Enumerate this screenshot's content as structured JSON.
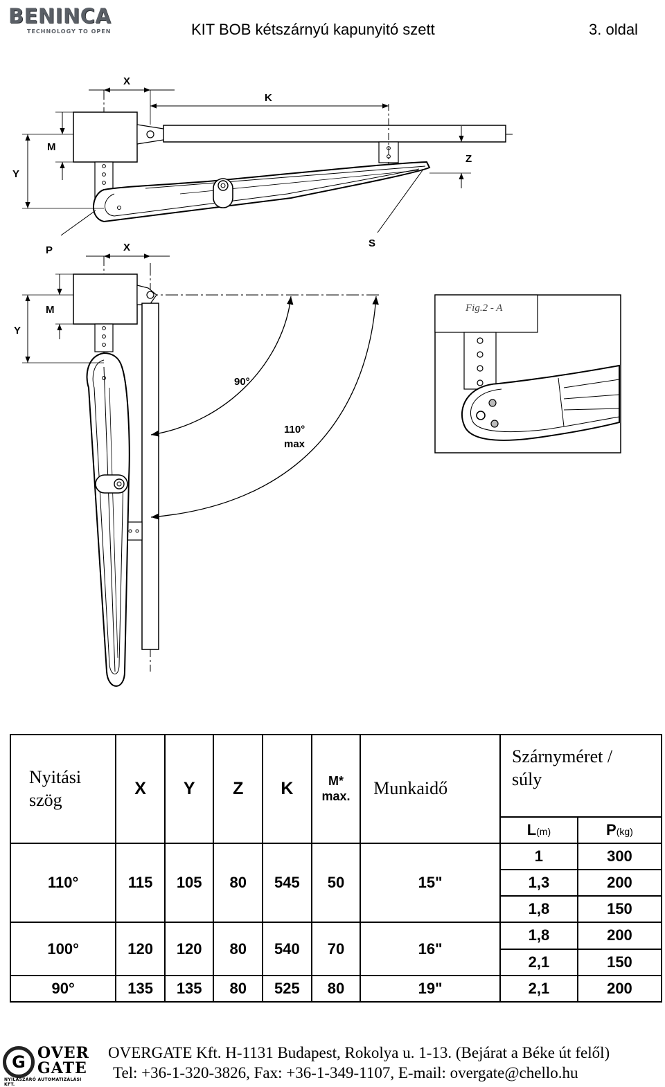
{
  "header": {
    "brand": "BENINCA",
    "brand_tagline": "TECHNOLOGY TO OPEN",
    "title": "KIT BOB kétszárnyú kapunyitó szett",
    "page": "3. oldal"
  },
  "drawing": {
    "top_labels": [
      "X",
      "K",
      "M",
      "Y",
      "Z",
      "P",
      "S"
    ],
    "bottom_labels": [
      "X",
      "M",
      "Y"
    ],
    "angle_90": "90°",
    "angle_110": "110°",
    "angle_max": "max",
    "detail_label": "Fig.2 - A"
  },
  "table": {
    "headers": {
      "angle_line1": "Nyitási",
      "angle_line2": "szög",
      "x": "X",
      "y": "Y",
      "z": "Z",
      "k": "K",
      "m_line1": "M*",
      "m_line2": "max.",
      "time": "Munkaidő",
      "size_line1": "Szárnyméret /",
      "size_line2": "súly",
      "l": "L",
      "l_unit": "(m)",
      "p": "P",
      "p_unit": "(kg)"
    },
    "rows": [
      {
        "angle": "110°",
        "x": "115",
        "y": "105",
        "z": "80",
        "k": "545",
        "m": "50",
        "time": "15\"",
        "sub": [
          {
            "l": "1",
            "p": "300"
          },
          {
            "l": "1,3",
            "p": "200"
          },
          {
            "l": "1,8",
            "p": "150"
          }
        ]
      },
      {
        "angle": "100°",
        "x": "120",
        "y": "120",
        "z": "80",
        "k": "540",
        "m": "70",
        "time": "16\"",
        "sub": [
          {
            "l": "1,8",
            "p": "200"
          },
          {
            "l": "2,1",
            "p": "150"
          }
        ]
      },
      {
        "angle": "90°",
        "x": "135",
        "y": "135",
        "z": "80",
        "k": "525",
        "m": "80",
        "time": "19\"",
        "sub": [
          {
            "l": "2,1",
            "p": "200"
          }
        ]
      }
    ]
  },
  "footer": {
    "logo_g": "G",
    "logo_word1": "OVER",
    "logo_word2": "GATE",
    "logo_sub": "NYÍLÁSZÁRÓ AUTOMATIZÁLÁSI KFT.",
    "line1": "OVERGATE Kft. H-1131 Budapest, Rokolya u. 1-13. (Bejárat a Béke út felől)",
    "line2": "Tel: +36-1-320-3826, Fax: +36-1-349-1107, E-mail: overgate@chello.hu"
  },
  "colors": {
    "ink": "#000000",
    "logo_grey": "#5a5f66"
  }
}
